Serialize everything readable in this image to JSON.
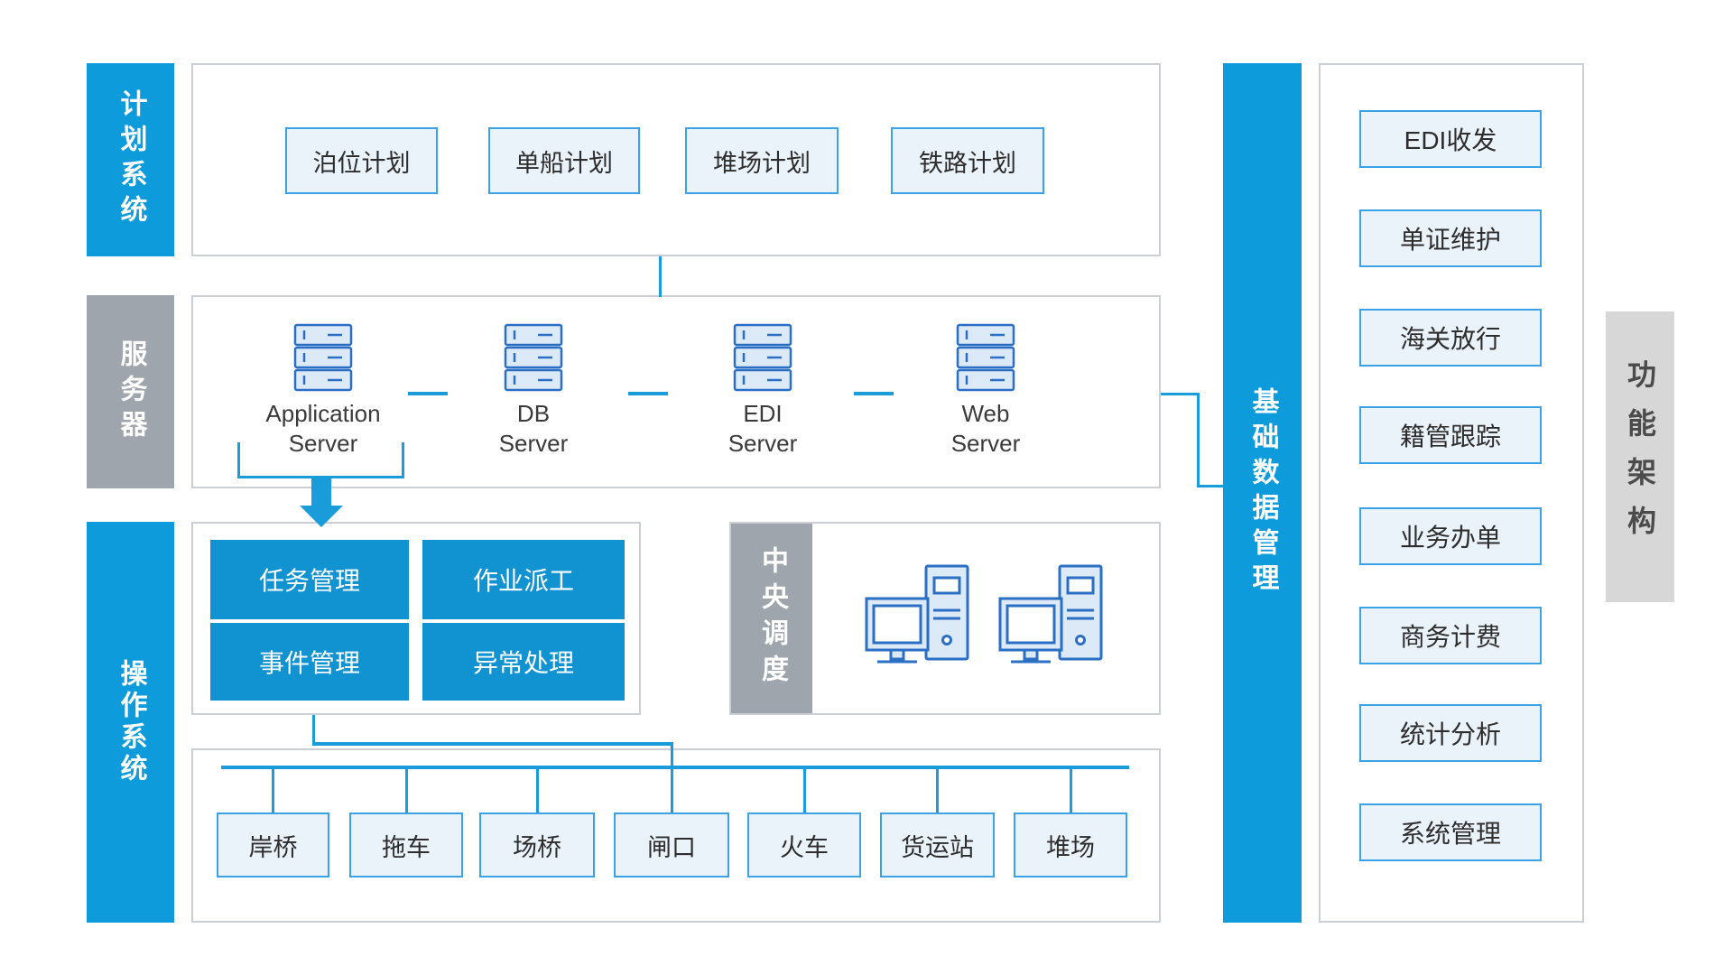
{
  "palette": {
    "accent_blue": "#0e9bdc",
    "tile_blue": "#1193d2",
    "connector_blue": "#1b9cda",
    "rail_gray": "#9ea5ac",
    "corner_gray": "#d7d7d7",
    "item_fill": "#eaf2fa",
    "item_border": "#3ba2e5",
    "box_border": "#cbced3",
    "icon_stroke": "#2b6fc4",
    "icon_fill": "#dceaf8"
  },
  "left_labels": {
    "planning": "计划系统",
    "server": "服务器",
    "operation": "操作系统"
  },
  "planning_row": {
    "items": [
      {
        "label": "泊位计划"
      },
      {
        "label": "单船计划"
      },
      {
        "label": "堆场计划"
      },
      {
        "label": "铁路计划"
      }
    ]
  },
  "servers": {
    "items": [
      {
        "name": "Application",
        "type": "Server"
      },
      {
        "name": "DB",
        "type": "Server"
      },
      {
        "name": "EDI",
        "type": "Server"
      },
      {
        "name": "Web",
        "type": "Server"
      }
    ]
  },
  "operations": {
    "tiles": [
      {
        "label": "任务管理"
      },
      {
        "label": "作业派工"
      },
      {
        "label": "事件管理"
      },
      {
        "label": "异常处理"
      }
    ]
  },
  "central": {
    "label": "中央调度"
  },
  "equipment_row": {
    "items": [
      {
        "label": "岸桥"
      },
      {
        "label": "拖车"
      },
      {
        "label": "场桥"
      },
      {
        "label": "闸口"
      },
      {
        "label": "火车"
      },
      {
        "label": "货运站"
      },
      {
        "label": "堆场"
      }
    ]
  },
  "right_bar": {
    "label": "基础数据管理"
  },
  "right_panel": {
    "items": [
      {
        "label": "EDI收发"
      },
      {
        "label": "单证维护"
      },
      {
        "label": "海关放行"
      },
      {
        "label": "籍管跟踪"
      },
      {
        "label": "业务办单"
      },
      {
        "label": "商务计费"
      },
      {
        "label": "统计分析"
      },
      {
        "label": "系统管理"
      }
    ]
  },
  "corner_label": {
    "label": "功能架构"
  }
}
